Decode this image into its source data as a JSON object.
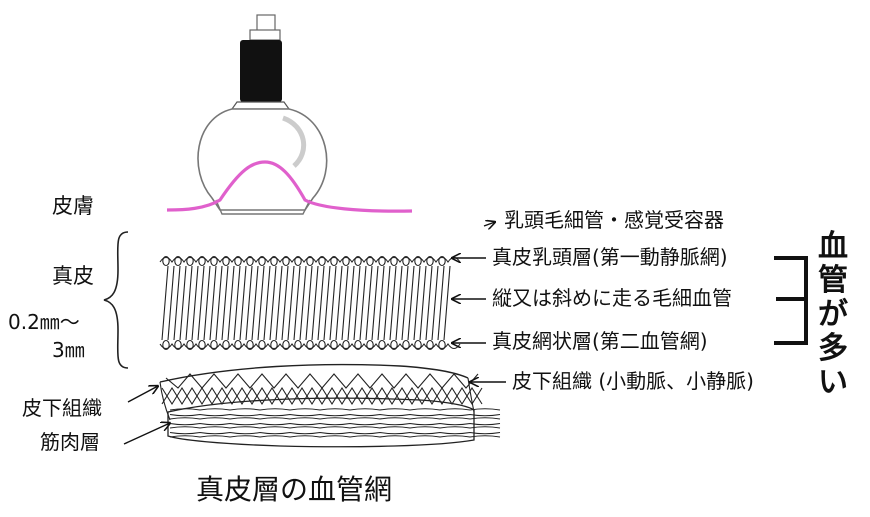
{
  "labels": {
    "skin": "皮膚",
    "dermis": "真皮",
    "thickness_top": "0.2㎜～",
    "thickness_bottom": "3㎜",
    "subcutaneous_left": "皮下組織",
    "muscle": "筋肉層",
    "papillary_caps": "乳頭毛細管・感覚受容器",
    "papillary_layer": "真皮乳頭層(第一動静脈網)",
    "vertical_caps": "縦又は斜めに走る毛細血管",
    "reticular_layer": "真皮網状層(第二血管網)",
    "subcutaneous_right": "皮下組織 (小動脈、小静脈)",
    "vessels_many": [
      "血",
      "管",
      "が",
      "多",
      "い"
    ],
    "caption": "真皮層の血管網"
  },
  "colors": {
    "skin_line": "#e060cc",
    "ink": "#111111",
    "cup_fill": "#ffffff"
  }
}
